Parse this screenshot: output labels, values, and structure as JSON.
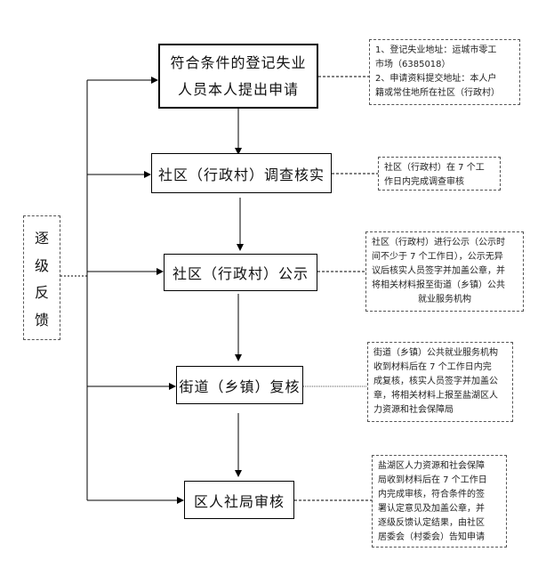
{
  "side_label": [
    "逐",
    "级",
    "反",
    "馈"
  ],
  "steps": [
    {
      "lines": [
        "符合条件的登记失业",
        "人员本人提出申请"
      ]
    },
    {
      "lines": [
        "社区（行政村）调查核实"
      ]
    },
    {
      "lines": [
        "社区（行政村）公示"
      ]
    },
    {
      "lines": [
        "街道（乡镇）复核"
      ]
    },
    {
      "lines": [
        "区人社局审核"
      ]
    }
  ],
  "notes": [
    {
      "lines": [
        "1、登记失业地址：运城市零工",
        "市场（6385018）",
        "2、申请资料提交地址：本人户",
        "籍或常住地所在社区（行政村）"
      ]
    },
    {
      "lines": [
        "社区（行政村）在 7 个工",
        "作日内完成调查审核"
      ]
    },
    {
      "lines": [
        "社区（行政村）进行公示（公示时",
        "间不少于 7 个工作日），公示无异",
        "议后核实人员签字并加盖公章，并",
        "将相关材料报至街道（乡镇）公共",
        "就业服务机构"
      ]
    },
    {
      "lines": [
        "街道（乡镇）公共就业服务机构",
        "收到材料后在 7 个工作日内完",
        "成复核，核实人员签字并加盖公",
        "章，将相关材料上报至盐湖区人",
        "力资源和社会保障局"
      ]
    },
    {
      "lines": [
        "盐湖区人力资源和社会保障",
        "局收到材料后在 7 个工作日",
        "内完成审核，符合条件的签",
        "署认定意见及加盖公章，并",
        "逐级反馈认定结果，由社区",
        "居委会（村委会）告知申请"
      ]
    }
  ]
}
